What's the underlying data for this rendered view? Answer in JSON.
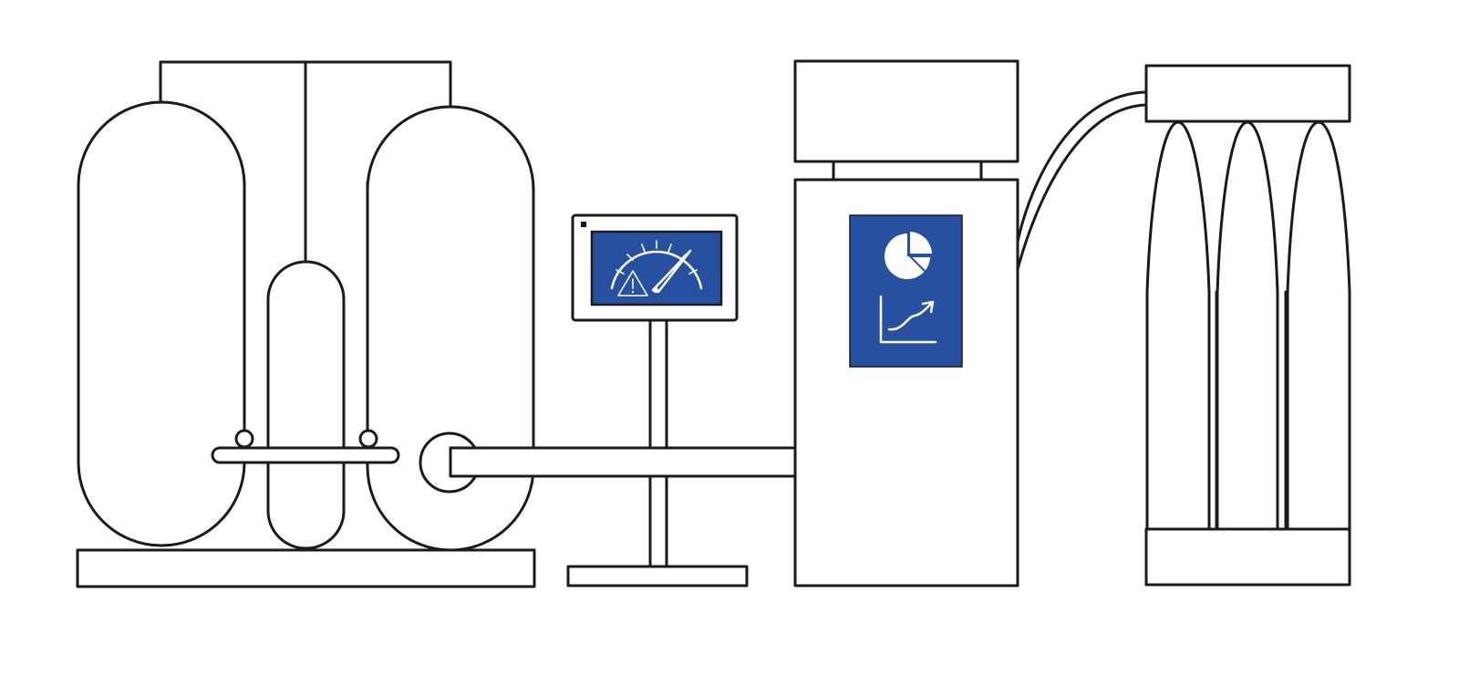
{
  "diagram": {
    "kind": "industrial gas generation system illustration",
    "components": [
      "twin-tower-adsorber",
      "control-panel-gauge",
      "compressor-cabinet",
      "cylinder-rack"
    ],
    "icons": [
      "gauge-icon",
      "warning-icon",
      "pie-chart-icon",
      "growth-chart-icon"
    ],
    "colors": {
      "line": "#1a1a1a",
      "accent": "#2750a0",
      "background": "#ffffff",
      "icon_stroke": "#ffffff"
    }
  }
}
